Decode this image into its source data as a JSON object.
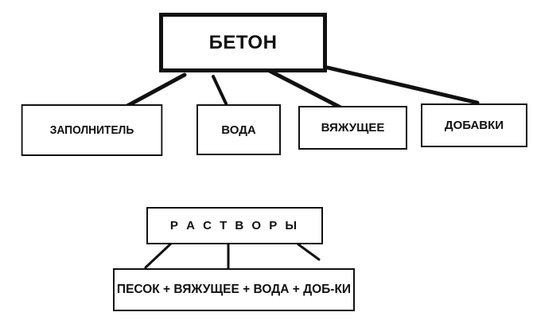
{
  "diagram": {
    "concrete": {
      "title": "БЕТОН",
      "components": [
        {
          "label": "ЗАПОЛНИТЕЛЬ"
        },
        {
          "label": "ВОДА"
        },
        {
          "label": "ВЯЖУЩЕЕ"
        },
        {
          "label": "ДОБАВКИ"
        }
      ]
    },
    "mortar": {
      "title": "Р А С Т В О Р Ы",
      "formula": "ПЕСОК + ВЯЖУЩЕЕ + ВОДА + ДОБ-КИ"
    }
  }
}
